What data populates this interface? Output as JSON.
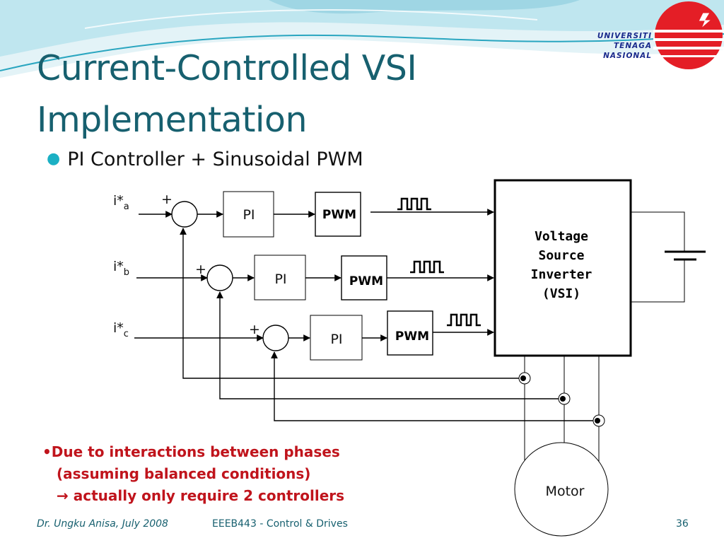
{
  "colors": {
    "title": "#17606f",
    "bullet_dot": "#1bb0c4",
    "note": "#c0141c",
    "university": "#1a2a8c",
    "logo_red": "#e41e26",
    "wave_light": "#bfe6ef",
    "wave_dark": "#2aa6c0"
  },
  "slide": {
    "title_line1": "Current-Controlled VSI",
    "title_line2": "Implementation",
    "bullet": "PI Controller + Sinusoidal PWM"
  },
  "branding": {
    "university_line1": "UNIVERSITI",
    "university_line2": "TENAGA",
    "university_line3": "NASIONAL",
    "logo_icon": "lightning-bolt-logo-icon"
  },
  "diagram": {
    "ref_a_main": "i*",
    "ref_a_sub": "a",
    "ref_b_main": "i*",
    "ref_b_sub": "b",
    "ref_c_main": "i*",
    "ref_c_sub": "c",
    "plus_sign": "+",
    "pi_label": "PI",
    "pwm_label": "PWM",
    "vsi_line1": "Voltage",
    "vsi_line2": "Source",
    "vsi_line3": "Inverter",
    "vsi_line4": "(VSI)",
    "motor_label": "Motor"
  },
  "note": {
    "line1": "•Due to interactions between phases",
    "line2": "(assuming balanced conditions)",
    "line3": "→ actually only require 2 controllers"
  },
  "footer": {
    "author": "Dr. Ungku Anisa, July 2008",
    "course": "EEEB443 - Control & Drives",
    "page": "36"
  }
}
